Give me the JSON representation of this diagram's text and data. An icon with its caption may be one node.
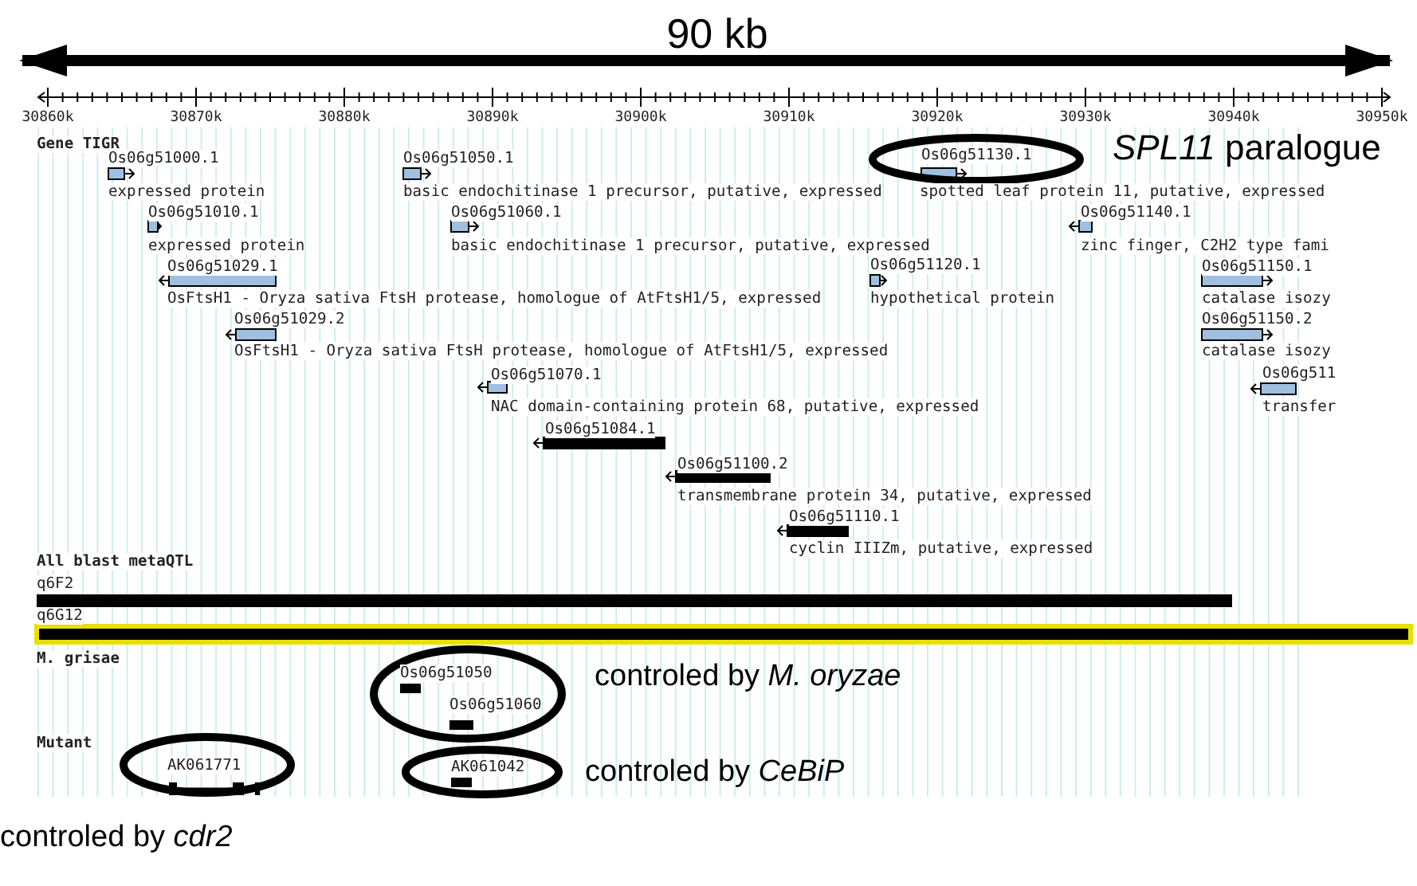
{
  "diagram": {
    "nodes": [
      {
        "text": [
          "Os06g51130.1"
        ],
        "beside": [
          "*SPL11* paralogue"
        ]
      },
      {
        "text": [
          "Os06g51050",
          "Os06g51060"
        ],
        "beside": [
          "controled by *M. oryzae*"
        ]
      },
      {
        "text": [
          "AK061771"
        ],
        "beside": [
          "controled by *cdr2*"
        ]
      },
      {
        "text": [
          "AK061042"
        ],
        "beside": [
          "controled by *CeBiP*"
        ]
      }
    ],
    "labels": [
      "90 kb",
      "30860k",
      "30870k",
      "30880k",
      "30890k",
      "30900k",
      "30910k",
      "30920k",
      "30930k",
      "30940k",
      "30950k",
      "Gene TIGR",
      "Os06g51000.1",
      "expressed protein",
      "Os06g51010.1",
      "expressed protein",
      "Os06g51029.1",
      "OsFtsH1 - Oryza sativa FtsH protease, homologue of AtFtsH1/5, expressed",
      "Os06g51029.2",
      "OsFtsH1 - Oryza sativa FtsH protease, homologue of AtFtsH1/5, expressed",
      "Os06g51050.1",
      "basic endochitinase 1 precursor, putative, expressed",
      "Os06g51060.1",
      "basic endochitinase 1 precursor, putative, expressed",
      "Os06g51070.1",
      "NAC domain-containing protein 68, putative, expressed",
      "Os06g51084.1",
      "Os06g51100.2",
      "transmembrane protein 34, putative, expressed",
      "Os06g51110.1",
      "cyclin IIIZm, putative, expressed",
      "spotted leaf protein 11, putative, expressed",
      "Os06g51120.1",
      "hypothetical protein",
      "Os06g51140.1",
      "zinc finger, C2H2 type fami",
      "Os06g51150.1",
      "catalase isozy",
      "Os06g51150.2",
      "catalase isozy",
      "Os06g511",
      "transfer",
      "All blast metaQTL",
      "q6F2",
      "q6G12",
      "M. grisae",
      "Mutant"
    ]
  }
}
